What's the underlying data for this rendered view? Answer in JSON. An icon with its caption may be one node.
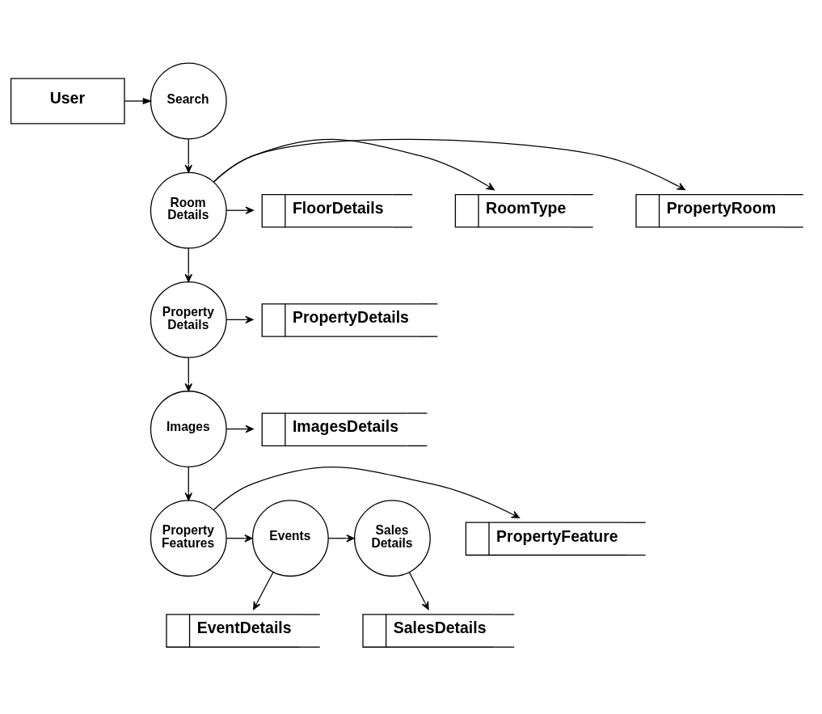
{
  "diagram": {
    "nodes": [
      {
        "text": [
          "User"
        ]
      },
      {
        "text": [
          "Search"
        ]
      },
      {
        "text": [
          "Room Details"
        ]
      },
      {
        "text": [
          "PropertyRoom"
        ]
      },
      {
        "text": [
          "RoomType"
        ]
      },
      {
        "text": [
          "FloorDetails"
        ]
      },
      {
        "text": [
          "Property Details"
        ]
      },
      {
        "text": [
          "PropertyDetails"
        ]
      },
      {
        "text": [
          "Images"
        ]
      },
      {
        "text": [
          "ImagesDetails"
        ]
      },
      {
        "text": [
          "Property Features"
        ]
      },
      {
        "text": [
          "PropertyFeature"
        ]
      },
      {
        "text": [
          "Events"
        ]
      },
      {
        "text": [
          "Sales Details"
        ]
      },
      {
        "text": [
          "EventDetails"
        ]
      },
      {
        "text": [
          "SalesDetails"
        ]
      }
    ],
    "edges": [
      {
        "from": 0,
        "to": 1,
        "arrow": "to"
      },
      {
        "from": 1,
        "to": 2,
        "arrow": "to"
      },
      {
        "from": 2,
        "to": 3,
        "arrow": "to"
      },
      {
        "from": 2,
        "to": 4,
        "arrow": "to"
      },
      {
        "from": 2,
        "to": 5,
        "arrow": "to"
      },
      {
        "from": 2,
        "to": 6,
        "arrow": "to"
      },
      {
        "from": 6,
        "to": 7,
        "arrow": "to"
      },
      {
        "from": 6,
        "to": 8,
        "arrow": "to"
      },
      {
        "from": 8,
        "to": 9,
        "arrow": "to"
      },
      {
        "from": 8,
        "to": 10,
        "arrow": "to"
      },
      {
        "from": 10,
        "to": 11,
        "arrow": "to"
      },
      {
        "from": 10,
        "to": 12,
        "arrow": "to"
      },
      {
        "from": 12,
        "to": 13,
        "arrow": "to"
      },
      {
        "from": 12,
        "to": 14,
        "arrow": "to"
      },
      {
        "from": 13,
        "to": 15,
        "arrow": "to"
      }
    ]
  }
}
